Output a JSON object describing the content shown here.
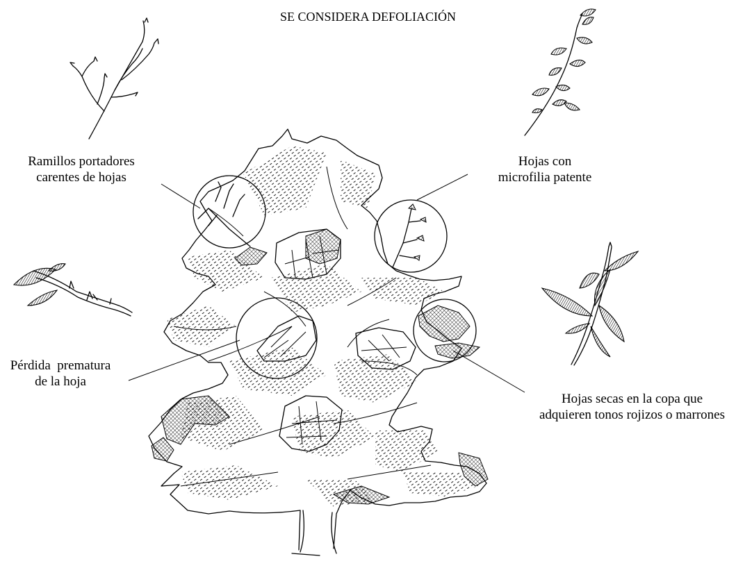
{
  "diagram": {
    "title": "SE CONSIDERA DEFOLIACIÓN",
    "labels": {
      "twigs": {
        "line1": "Ramillos portadores",
        "line2": "carentes de hojas"
      },
      "microphylly": {
        "line1": "Hojas con",
        "line2": "microfilia patente"
      },
      "premature_loss": {
        "line1": "Pérdida  prematura",
        "line2": "de la hoja"
      },
      "dry_leaves": {
        "line1": "Hojas secas en la copa que",
        "line2": "adquieren tonos rojizos o marrones"
      }
    },
    "style": {
      "ink_color": "#000000",
      "background": "#ffffff"
    }
  }
}
